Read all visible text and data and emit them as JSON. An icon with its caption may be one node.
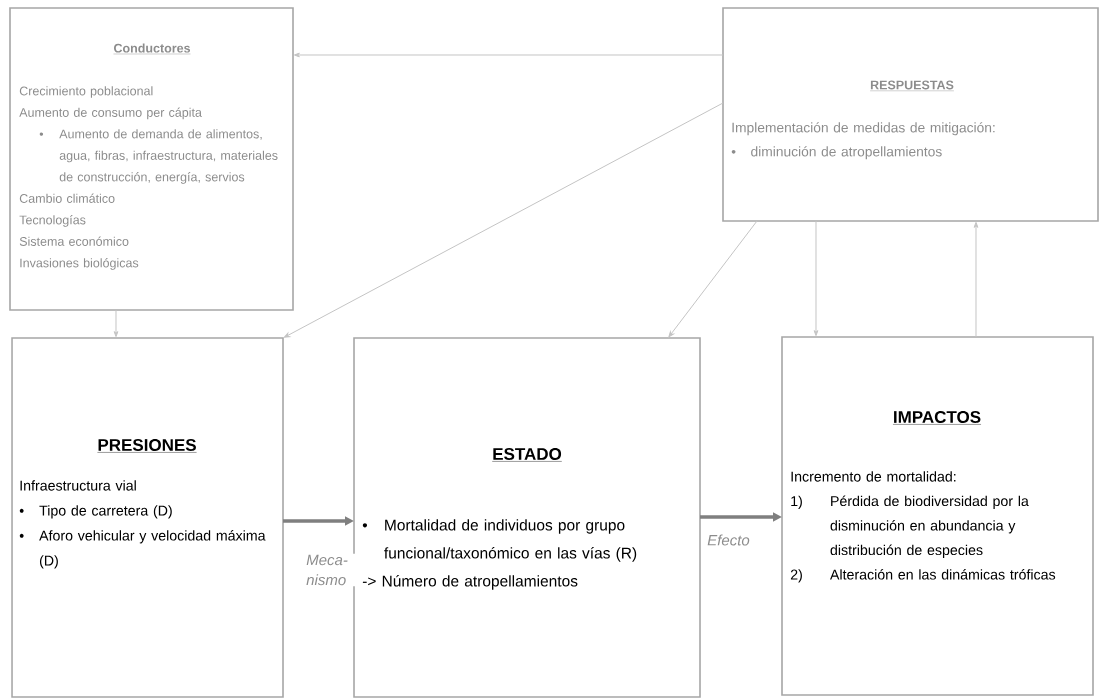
{
  "diagram": {
    "nodes": [
      {
        "text": [
          "Conductores",
          "Crecimiento poblacional",
          "Aumento de consumo per cápita",
          "•",
          "Aumento de demanda de alimentos, agua, fibras, infraestructura, materiales de construcción, energía, servios",
          "Cambio climático",
          "Tecnologías",
          "Sistema económico",
          "Invasiones biológicas"
        ]
      },
      {
        "text": [
          "RESPUESTAS",
          "Implementación de medidas de mitigación:",
          "•",
          "diminución de atropellamientos"
        ]
      },
      {
        "text": [
          "PRESIONES",
          "Infraestructura vial",
          "•",
          "Tipo de carretera (D)",
          "•",
          "Aforo vehicular y velocidad máxima (D)"
        ]
      },
      {
        "text": [
          "ESTADO",
          "•",
          "Mortalidad de individuos por grupo funcional/taxonómico en las vías (R)",
          "-> Número de atropellamientos"
        ]
      },
      {
        "text": [
          "IMPACTOS",
          "Incremento de mortalidad:",
          "1)",
          "Pérdida de biodiversidad por la disminución en abundancia y distribución de especies",
          "2)",
          "Alteración en las dinámicas tróficas"
        ]
      }
    ],
    "edges": [
      {
        "from": 1,
        "to": 0,
        "arrow": "to"
      },
      {
        "from": 0,
        "to": 2,
        "arrow": "to"
      },
      {
        "from": 1,
        "to": 2,
        "arrow": "to"
      },
      {
        "from": 1,
        "to": 3,
        "arrow": "to"
      },
      {
        "from": 1,
        "to": 4,
        "arrow": "to"
      },
      {
        "from": 4,
        "to": 1,
        "arrow": "to"
      },
      {
        "from": 2,
        "to": 3,
        "arrow": "to",
        "label": "Meca- nismo",
        "style": "thick",
        "color": "#7f7f7f"
      },
      {
        "from": 3,
        "to": 4,
        "arrow": "to",
        "label": "Efecto",
        "style": "thick",
        "color": "#7f7f7f"
      }
    ]
  }
}
